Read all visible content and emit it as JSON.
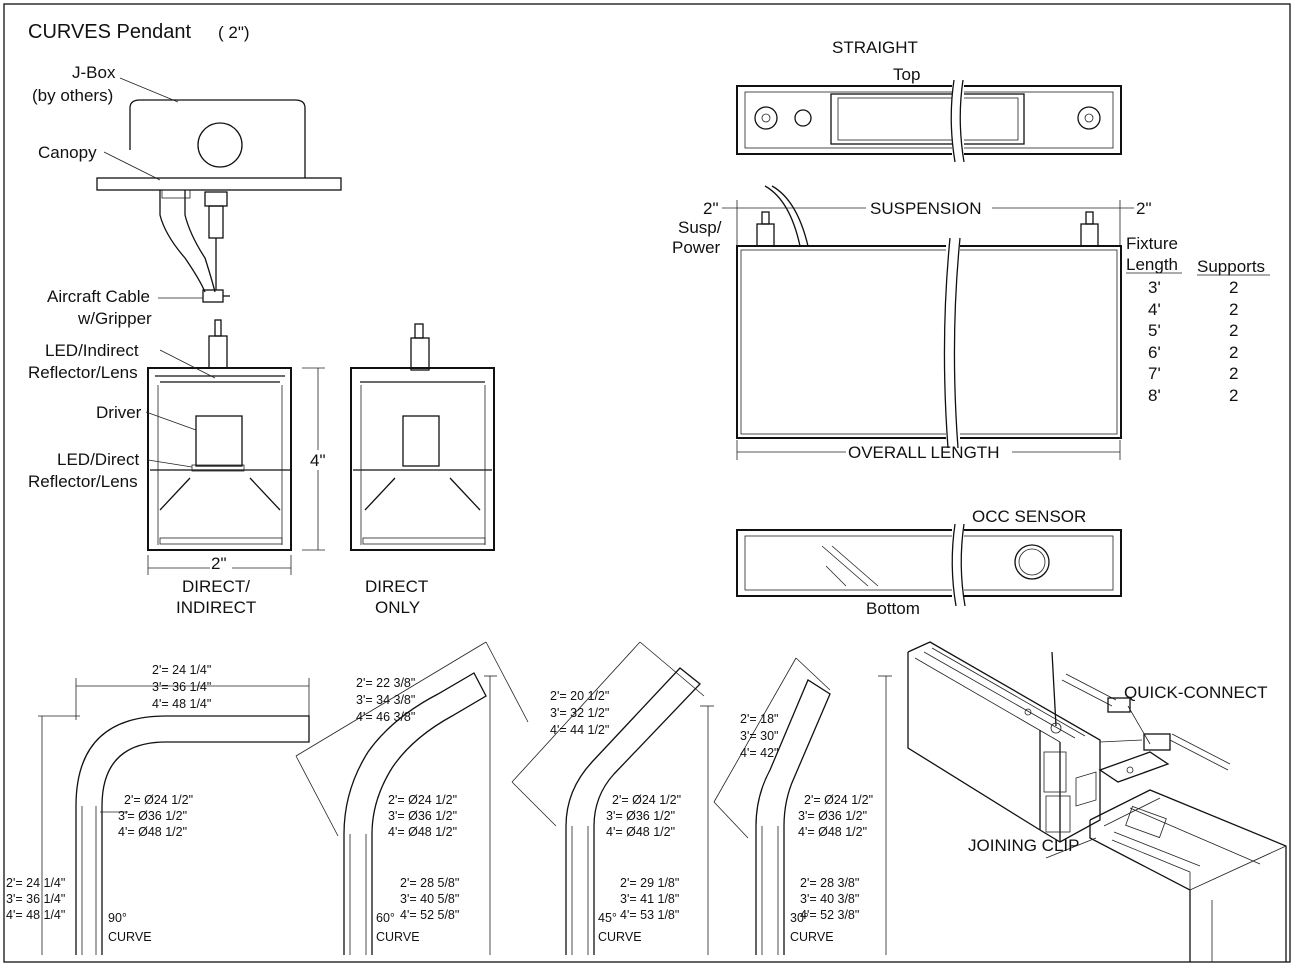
{
  "title": "CURVES Pendant",
  "title_size": "( 2\")",
  "pendant": {
    "jbox": "J-Box",
    "jbox_note": "(by others)",
    "canopy": "Canopy",
    "cable_1": "Aircraft Cable",
    "cable_2": "w/Gripper",
    "led_indirect_1": "LED/Indirect",
    "led_indirect_2": "Reflector/Lens",
    "driver": "Driver",
    "led_direct_1": "LED/Direct",
    "led_direct_2": "Reflector/Lens",
    "height": "4\"",
    "width": "2\"",
    "label_di_1": "DIRECT/",
    "label_di_2": "INDIRECT",
    "label_do_1": "DIRECT",
    "label_do_2": "ONLY"
  },
  "straight": {
    "title": "STRAIGHT",
    "top": "Top",
    "susp_left": "2\"",
    "susp_power_1": "Susp/",
    "susp_power_2": "Power",
    "suspension": "SUSPENSION",
    "susp_right": "2\"",
    "overall": "OVERALL LENGTH",
    "occ": "OCC SENSOR",
    "bottom": "Bottom"
  },
  "supports_table": {
    "header_length_1": "Fixture",
    "header_length_2": "Length",
    "header_supports": "Supports",
    "rows": [
      {
        "length": "3'",
        "supports": "2"
      },
      {
        "length": "4'",
        "supports": "2"
      },
      {
        "length": "5'",
        "supports": "2"
      },
      {
        "length": "6'",
        "supports": "2"
      },
      {
        "length": "7'",
        "supports": "2"
      },
      {
        "length": "8'",
        "supports": "2"
      }
    ]
  },
  "curves": [
    {
      "angle": "90°",
      "curve": "CURVE",
      "top_dims": [
        "2'= 24 1/4\"",
        "3'= 36 1/4\"",
        "4'= 48 1/4\""
      ],
      "diam_dims": [
        "2'= Ø24 1/2\"",
        "3'= Ø36 1/2\"",
        "4'= Ø48 1/2\""
      ],
      "side_dims": [
        "2'= 24 1/4\"",
        "3'= 36 1/4\"",
        "4'= 48 1/4\""
      ]
    },
    {
      "angle": "60°",
      "curve": "CURVE",
      "top_dims": [
        "2'= 22 3/8\"",
        "3'= 34 3/8\"",
        "4'= 46 3/8\""
      ],
      "diam_dims": [
        "2'= Ø24 1/2\"",
        "3'= Ø36 1/2\"",
        "4'= Ø48 1/2\""
      ],
      "side_dims": [
        "2'= 28 5/8\"",
        "3'= 40 5/8\"",
        "4'= 52 5/8\""
      ]
    },
    {
      "angle": "45°",
      "curve": "CURVE",
      "top_dims": [
        "2'= 20 1/2\"",
        "3'= 32 1/2\"",
        "4'= 44 1/2\""
      ],
      "diam_dims": [
        "2'= Ø24 1/2\"",
        "3'= Ø36 1/2\"",
        "4'= Ø48 1/2\""
      ],
      "side_dims": [
        "2'= 29 1/8\"",
        "3'= 41 1/8\"",
        "4'= 53 1/8\""
      ]
    },
    {
      "angle": "30°",
      "curve": "CURVE",
      "top_dims": [
        "2'= 18\"",
        "3'= 30\"",
        "4'= 42\""
      ],
      "diam_dims": [
        "2'= Ø24 1/2\"",
        "3'= Ø36 1/2\"",
        "4'= Ø48 1/2\""
      ],
      "side_dims": [
        "2'= 28 3/8\"",
        "3'= 40 3/8\"",
        "4'= 52 3/8\""
      ]
    }
  ],
  "connect": {
    "quick": "QUICK-CONNECT",
    "clip": "JOINING CLIP"
  }
}
